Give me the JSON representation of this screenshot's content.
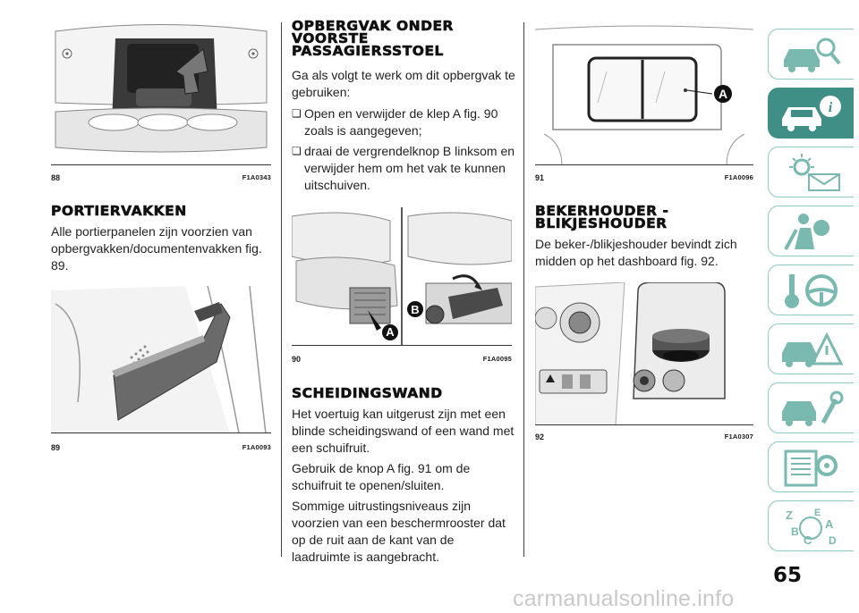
{
  "page_number": "65",
  "watermark": "carmanualsonline.info",
  "figures": [
    {
      "number": "88",
      "code": "F1A0343"
    },
    {
      "number": "89",
      "code": "F1A0093"
    },
    {
      "number": "90",
      "code": "F1A0095"
    },
    {
      "number": "91",
      "code": "F1A0096"
    },
    {
      "number": "92",
      "code": "F1A0307"
    }
  ],
  "fig_callouts": {
    "a": "A",
    "b": "B"
  },
  "sections": {
    "portiervakken": {
      "title": "PORTIERVAKKEN",
      "body": "Alle portierpanelen zijn voorzien van opbergvakken/documentenvakken fig. 89."
    },
    "opbergvak": {
      "title_lines": [
        "OPBERGVAK ONDER",
        "VOORSTE",
        "PASSAGIERSSTOEL"
      ],
      "intro": "Ga als volgt te werk om dit opbergvak te gebruiken:",
      "bullets": [
        "Open en verwijder de klep A fig. 90 zoals is aangegeven;",
        "draai de vergrendelknop B linksom en verwijder hem om het vak te kunnen uitschuiven."
      ]
    },
    "scheidingswand": {
      "title": "SCHEIDINGSWAND",
      "paragraphs": [
        "Het voertuig kan uitgerust zijn met een blinde scheidingswand of een wand met een schuifruit.",
        "Gebruik de knop A fig. 91 om de schuifruit te openen/sluiten.",
        "Sommige uitrustingsniveaus zijn voorzien van een beschermrooster dat op de ruit aan de kant van de laadruimte is aangebracht."
      ]
    },
    "bekerhouder": {
      "title_lines": [
        "BEKERHOUDER -",
        "BLIKJESHOUDER"
      ],
      "body": "De beker-/blikjeshouder bevindt zich midden op het dashboard fig. 92."
    }
  },
  "sidebar_tabs": [
    {
      "icon": "car-search-icon",
      "active": false
    },
    {
      "icon": "car-info-icon",
      "active": true
    },
    {
      "icon": "warning-light-icon",
      "active": false
    },
    {
      "icon": "airbag-person-icon",
      "active": false
    },
    {
      "icon": "key-steering-wheel-icon",
      "active": false
    },
    {
      "icon": "car-warning-triangle-icon",
      "active": false
    },
    {
      "icon": "car-wrench-icon",
      "active": false
    },
    {
      "icon": "spec-gear-icon",
      "active": false
    },
    {
      "icon": "alphabet-index-icon",
      "active": false
    }
  ],
  "colors": {
    "tab_accent": "#3f8f87",
    "tab_border": "#8fc9c0"
  }
}
